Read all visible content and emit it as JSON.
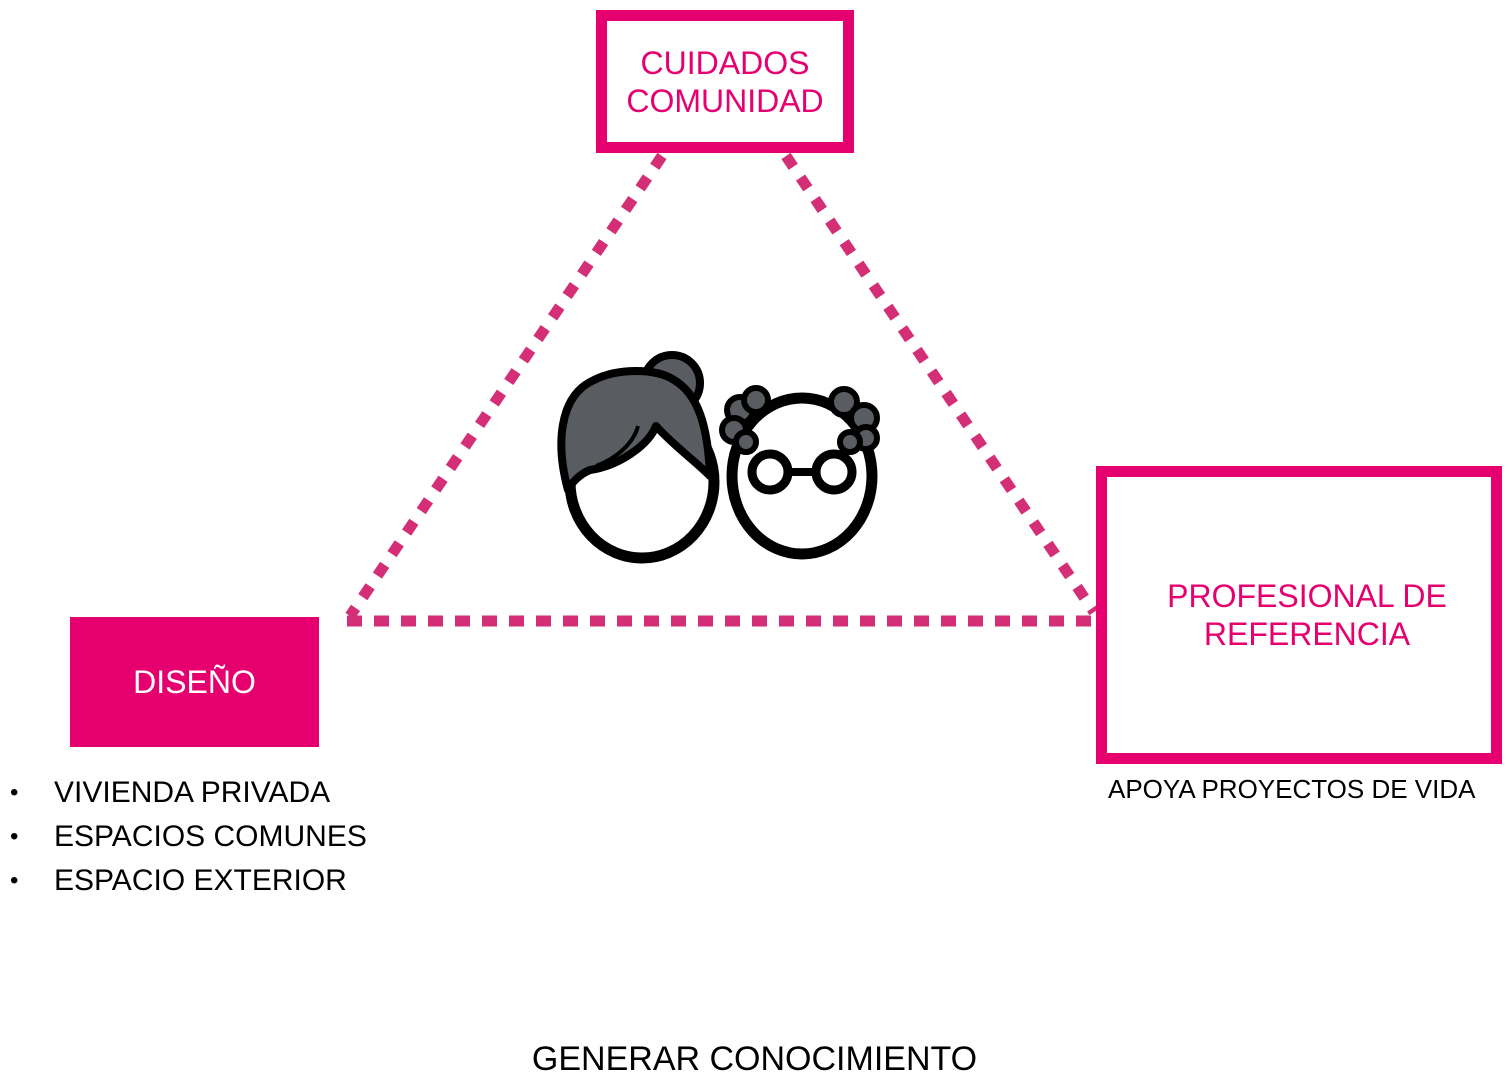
{
  "colors": {
    "accent": "#E6006F",
    "dotted_line": "#D42E76",
    "text": "#000000",
    "icon_hair": "#595C60",
    "icon_stroke": "#000000",
    "box_fill_text": "#FFFFFF"
  },
  "nodes": {
    "cuidados": {
      "lines": [
        "CUIDADOS",
        "COMUNIDAD"
      ]
    },
    "diseno": {
      "label": "DISEÑO",
      "items": [
        "VIVIENDA PRIVADA",
        "ESPACIOS COMUNES",
        "ESPACIO EXTERIOR"
      ]
    },
    "profesional": {
      "lines": [
        "PROFESIONAL DE",
        "REFERENCIA"
      ],
      "caption": "APOYA PROYECTOS DE VIDA"
    }
  },
  "center_icon": "elderly-couple-icon",
  "list_bullet": "•",
  "footer": {
    "title": "GENERAR CONOCIMIENTO"
  }
}
